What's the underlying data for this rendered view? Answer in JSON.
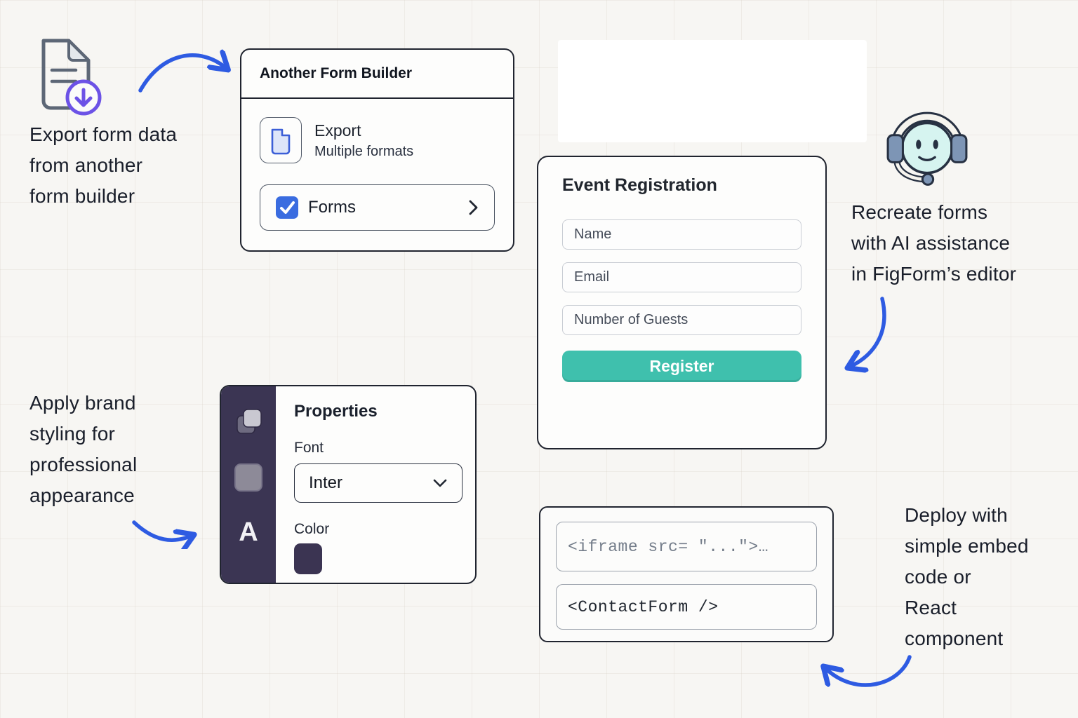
{
  "notes": {
    "export_note": "Export form data\nfrom another\nform builder",
    "ai_note": "Recreate forms\nwith AI assistance\nin FigForm’s editor",
    "brand_note": "Apply brand\nstyling for\nprofessional\nappearance",
    "deploy_note": "Deploy with\nsimple embed\ncode or\nReact\ncomponent"
  },
  "form_builder_card": {
    "title": "Another Form Builder",
    "export_title": "Export",
    "export_subtitle": "Multiple formats",
    "row_label": "Forms"
  },
  "registration_card": {
    "title": "Event Registration",
    "fields": [
      {
        "placeholder": "Name"
      },
      {
        "placeholder": "Email"
      },
      {
        "placeholder": "Number of Guests"
      }
    ],
    "submit_label": "Register"
  },
  "properties_panel": {
    "title": "Properties",
    "font_label": "Font",
    "font_value": "Inter",
    "color_label": "Color",
    "sidebar_text_tool": "A"
  },
  "embed_card": {
    "iframe_snippet": "<iframe src= \"...\">…",
    "react_snippet": "<ContactForm />"
  },
  "icons": {
    "document_download": "document-with-download-badge",
    "export_file": "file-copy-icon",
    "checkbox": "checked-checkbox-icon",
    "chevron_right": "chevron-right-icon",
    "chevron_down": "chevron-down-icon",
    "robot": "ai-assistant-headset-robot-icon",
    "layers": "layers-copy-icon",
    "fill_square": "fill-swatch-icon",
    "text_tool": "text-tool-icon",
    "arrows": "curved-connector-arrows"
  },
  "colors": {
    "arrow_blue": "#2e5be2",
    "checkbox_blue": "#3a6ce0",
    "button_teal": "#3fc0ad",
    "badge_purple": "#6c52e6",
    "panel_dark": "#3b3553",
    "robot_face_mint": "#d6f4f0",
    "robot_slate": "#7d95b5",
    "card_border": "#20242f"
  }
}
